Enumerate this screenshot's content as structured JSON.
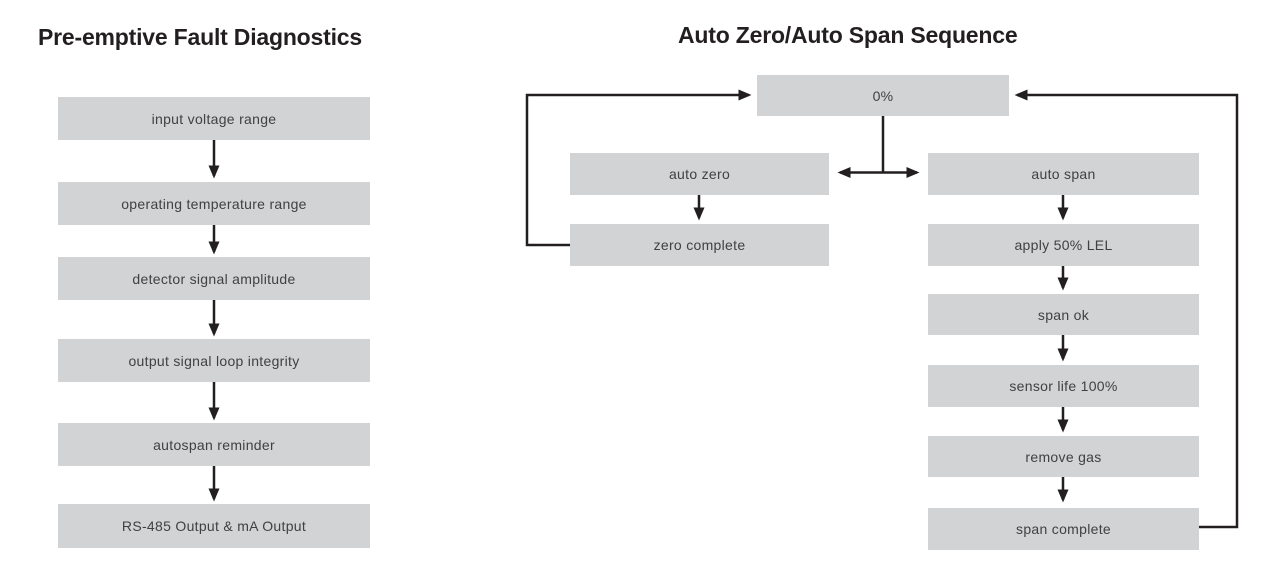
{
  "colors": {
    "node_fill": "#d1d3d4",
    "node_text": "#414042",
    "title_text": "#231f20",
    "connector": "#231f20"
  },
  "left_diagram": {
    "title": "Pre-emptive Fault Diagnostics",
    "nodes": [
      {
        "id": "input-voltage-range",
        "label": "input voltage range"
      },
      {
        "id": "operating-temperature-range",
        "label": "operating temperature range"
      },
      {
        "id": "detector-signal-amplitude",
        "label": "detector signal amplitude"
      },
      {
        "id": "output-signal-loop-integrity",
        "label": "output signal loop integrity"
      },
      {
        "id": "autospan-reminder",
        "label": "autospan reminder"
      },
      {
        "id": "rs-485-output",
        "label": "RS-485 Output & mA Output"
      }
    ],
    "edges": [
      {
        "from": "input voltage range",
        "to": "operating temperature range"
      },
      {
        "from": "operating temperature range",
        "to": "detector signal amplitude"
      },
      {
        "from": "detector signal amplitude",
        "to": "output signal loop integrity"
      },
      {
        "from": "output signal loop integrity",
        "to": "autospan reminder"
      },
      {
        "from": "autospan reminder",
        "to": "RS-485 Output & mA Output"
      }
    ]
  },
  "right_diagram": {
    "title": "Auto Zero/Auto Span Sequence",
    "nodes": [
      {
        "id": "zero-percent",
        "label": "0%"
      },
      {
        "id": "auto-zero",
        "label": "auto zero"
      },
      {
        "id": "zero-complete",
        "label": "zero complete"
      },
      {
        "id": "auto-span",
        "label": "auto span"
      },
      {
        "id": "apply-50-lel",
        "label": "apply 50% LEL"
      },
      {
        "id": "span-ok",
        "label": "span ok"
      },
      {
        "id": "sensor-life-100",
        "label": "sensor life 100%"
      },
      {
        "id": "remove-gas",
        "label": "remove gas"
      },
      {
        "id": "span-complete",
        "label": "span complete"
      }
    ],
    "edges": [
      {
        "from": "0%",
        "to": "auto zero"
      },
      {
        "from": "0%",
        "to": "auto span"
      },
      {
        "from": "auto zero",
        "to": "zero complete"
      },
      {
        "from": "zero complete",
        "to": "0%"
      },
      {
        "from": "auto span",
        "to": "apply 50% LEL"
      },
      {
        "from": "apply 50% LEL",
        "to": "span ok"
      },
      {
        "from": "span ok",
        "to": "sensor life 100%"
      },
      {
        "from": "sensor life 100%",
        "to": "remove gas"
      },
      {
        "from": "remove gas",
        "to": "span complete"
      },
      {
        "from": "span complete",
        "to": "0%"
      }
    ]
  }
}
